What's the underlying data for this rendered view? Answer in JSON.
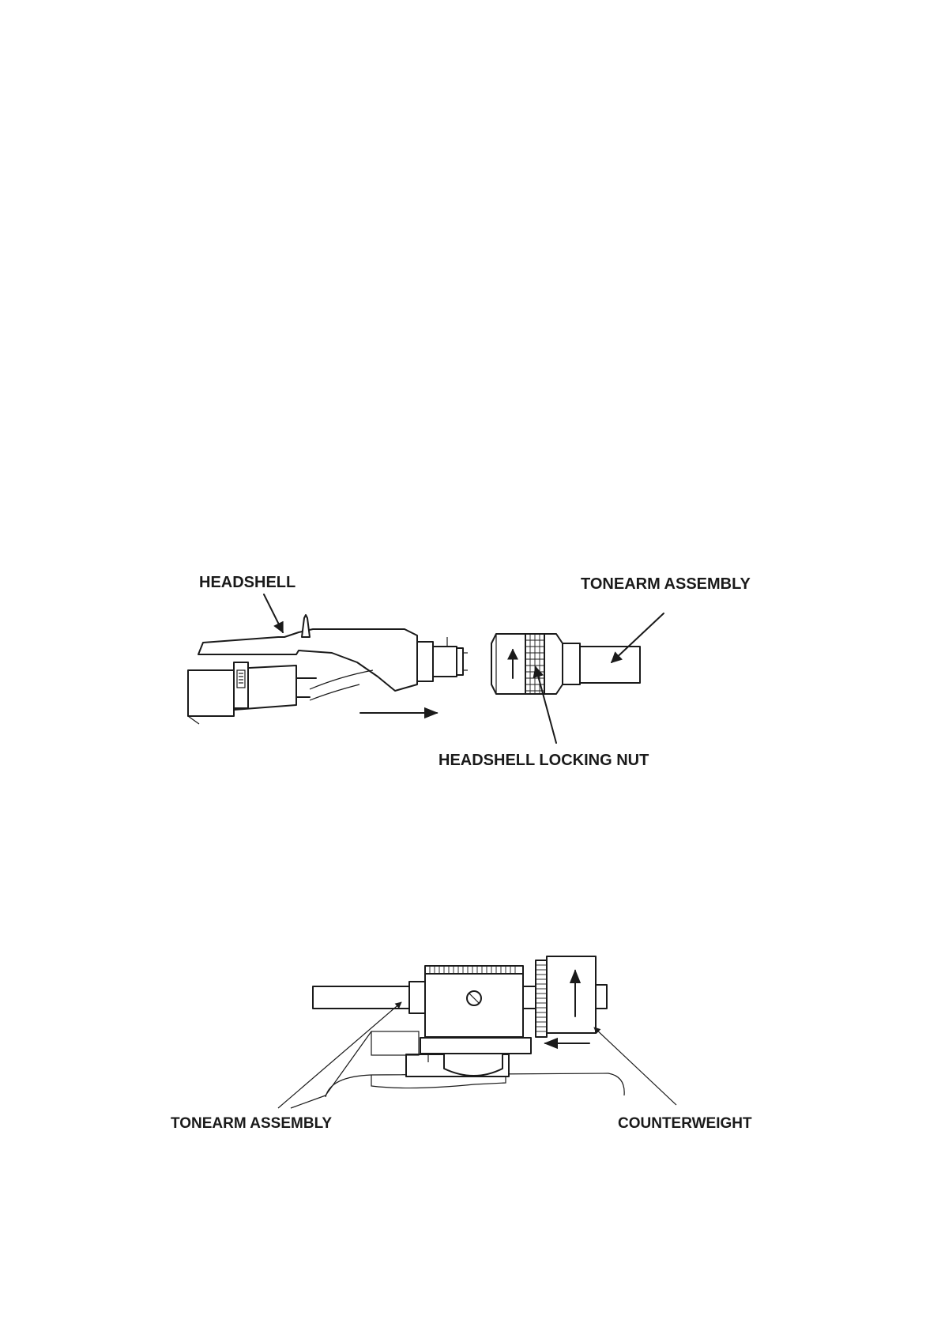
{
  "figure1": {
    "labels": {
      "headshell": "HEADSHELL",
      "tonearm_assembly": "TONEARM ASSEMBLY",
      "headshell_locking_nut": "HEADSHELL LOCKING NUT"
    }
  },
  "figure2": {
    "labels": {
      "tonearm_assembly": "TONEARM ASSEMBLY",
      "counterweight": "COUNTERWEIGHT"
    }
  },
  "icons": [
    "arrow-right-icon",
    "arrow-up-icon",
    "arrow-left-icon"
  ],
  "colors": {
    "line": "#1a1a1a",
    "background": "#ffffff"
  }
}
